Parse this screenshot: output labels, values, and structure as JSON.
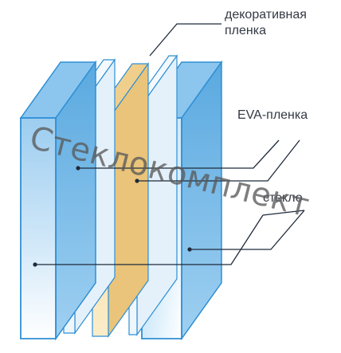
{
  "labels": {
    "decorative_film_line1": "декоративная",
    "decorative_film_line2": "пленка",
    "eva_film": "EVA-пленка",
    "glass": "стекло"
  },
  "watermark": {
    "text": "Стеклокомплект"
  },
  "colors": {
    "glass_front_top": "#a9d3f0",
    "glass_front_bottom": "#ffffff",
    "glass_edge": "#2f8fd4",
    "glass_side": "#6fb6e6",
    "film_eva": "#e9f3fb",
    "film_decorative": "#f7d99b",
    "film_decorative_edge": "#c9a45e",
    "leader_line": "#1f2a3a",
    "label_text": "#333a44",
    "watermark_text": "#5a5a5a"
  }
}
